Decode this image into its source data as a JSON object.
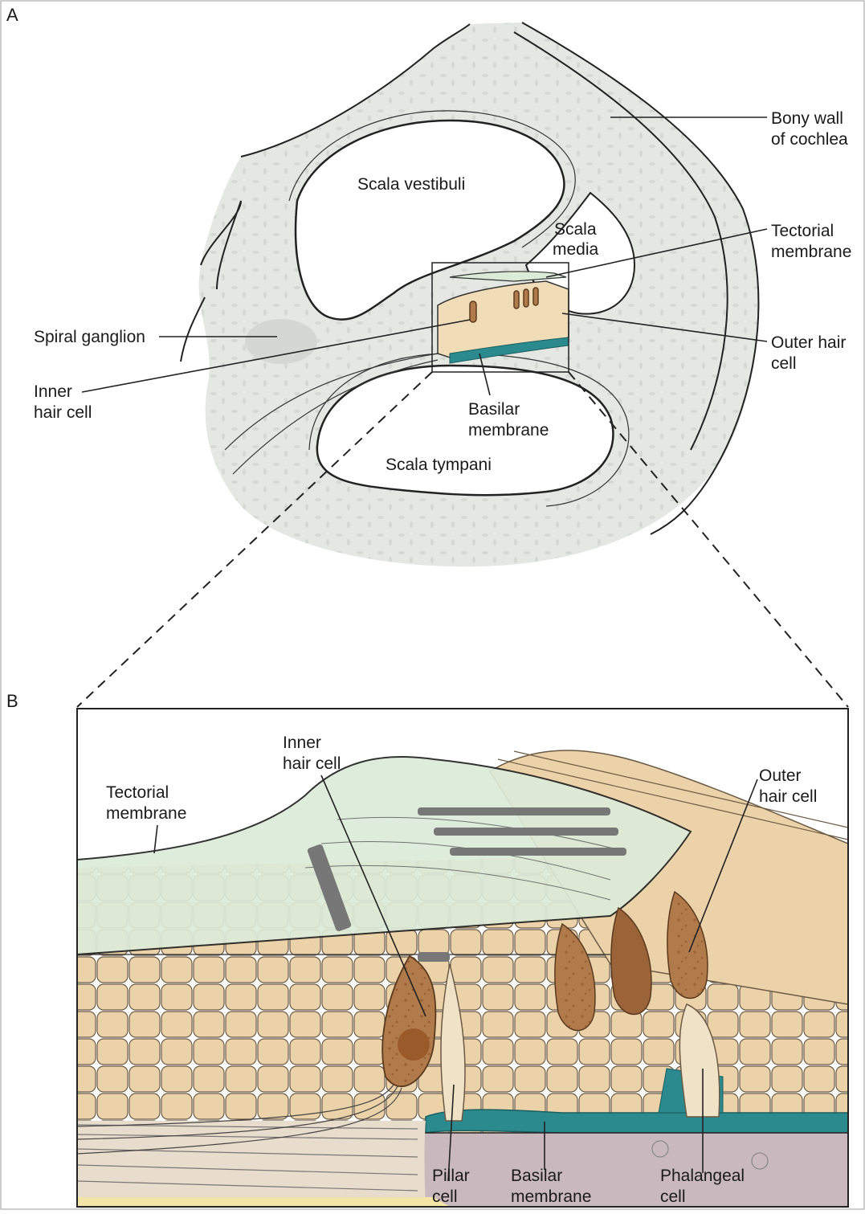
{
  "panels": [
    {
      "letter": "A"
    },
    {
      "letter": "B"
    }
  ],
  "labels_a": {
    "scala_vestibuli": "Scala vestibuli",
    "scala_media_1": "Scala",
    "scala_media_2": "media",
    "scala_tympani": "Scala tympani",
    "bony_wall_1": "Bony wall",
    "bony_wall_2": "of cochlea",
    "tectorial_1": "Tectorial",
    "tectorial_2": "membrane",
    "spiral_ganglion": "Spiral ganglion",
    "outer_hair_1": "Outer hair",
    "outer_hair_2": "cell",
    "inner_hair_1": "Inner",
    "inner_hair_2": "hair cell",
    "basilar_1": "Basilar",
    "basilar_2": "membrane"
  },
  "labels_b": {
    "tectorial_1": "Tectorial",
    "tectorial_2": "membrane",
    "inner_hair_1": "Inner",
    "inner_hair_2": "hair cell",
    "outer_hair_1": "Outer",
    "outer_hair_2": "hair cell",
    "pillar_1": "Pillar",
    "pillar_2": "cell",
    "basilar_1": "Basilar",
    "basilar_2": "membrane",
    "phalangeal_1": "Phalangeal",
    "phalangeal_2": "cell"
  },
  "colors": {
    "bone": "#e4e7e2",
    "tissue": "#f1dcb8",
    "cell_tan": "#e8cfa5",
    "hair_cell": "#b07a4a",
    "tectorial": "#dcebd8",
    "basilar": "#2a8a8e",
    "base": "#c9b9bf",
    "outline": "#222222"
  }
}
